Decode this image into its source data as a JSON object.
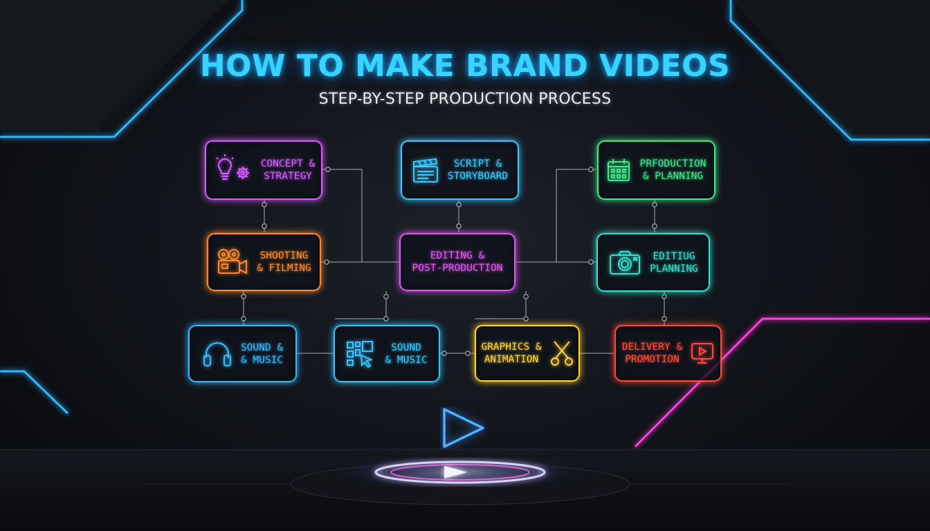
{
  "title": "HOW TO MAKE BRAND VIDEOS",
  "subtitle": "STEP-BY-STEP PRODUCTION PROCESS",
  "steps": [
    {
      "id": "concept",
      "line1": "CONCEPT &",
      "line2": "STRATEGY",
      "color": "#d65cff",
      "icon": "lightbulb-gear-icon"
    },
    {
      "id": "script",
      "line1": "SCRIPT &",
      "line2": "STORYBOARD",
      "color": "#3cc8ff",
      "icon": "clapperboard-icon"
    },
    {
      "id": "production",
      "line1": "PRFODUCTION",
      "line2": "& PLANNING",
      "color": "#3ee88a",
      "icon": "calendar-icon"
    },
    {
      "id": "shooting",
      "line1": "SHOOTING",
      "line2": "& FILMING",
      "color": "#ff8a2a",
      "icon": "film-camera-icon"
    },
    {
      "id": "editing",
      "line1": "EDITING &",
      "line2": "POST-PRODUCTION",
      "color": "#e156f2",
      "icon": ""
    },
    {
      "id": "editing-planning",
      "line1": "EDITIUG",
      "line2": "PLANNING",
      "color": "#35e0cc",
      "icon": "photo-camera-icon"
    },
    {
      "id": "sound1",
      "line1": "SOUND &",
      "line2": "& MUSIC",
      "color": "#35b8ff",
      "icon": "headphones-icon"
    },
    {
      "id": "sound2",
      "line1": "SOUND",
      "line2": "& MUSIC",
      "color": "#35c6ff",
      "icon": "layout-cursor-icon"
    },
    {
      "id": "graphics",
      "line1": "GRAPHICS &",
      "line2": "ANIMATION",
      "color": "#ffd23a",
      "icon": "scissors-icon"
    },
    {
      "id": "delivery",
      "line1": "DELIVERY &",
      "line2": "PROMOTION",
      "color": "#ff4a3a",
      "icon": "play-monitor-icon"
    }
  ],
  "accent_colors": {
    "cyan": "#39d3ff",
    "magenta": "#ff3ee0",
    "purple": "#8a5cff"
  }
}
